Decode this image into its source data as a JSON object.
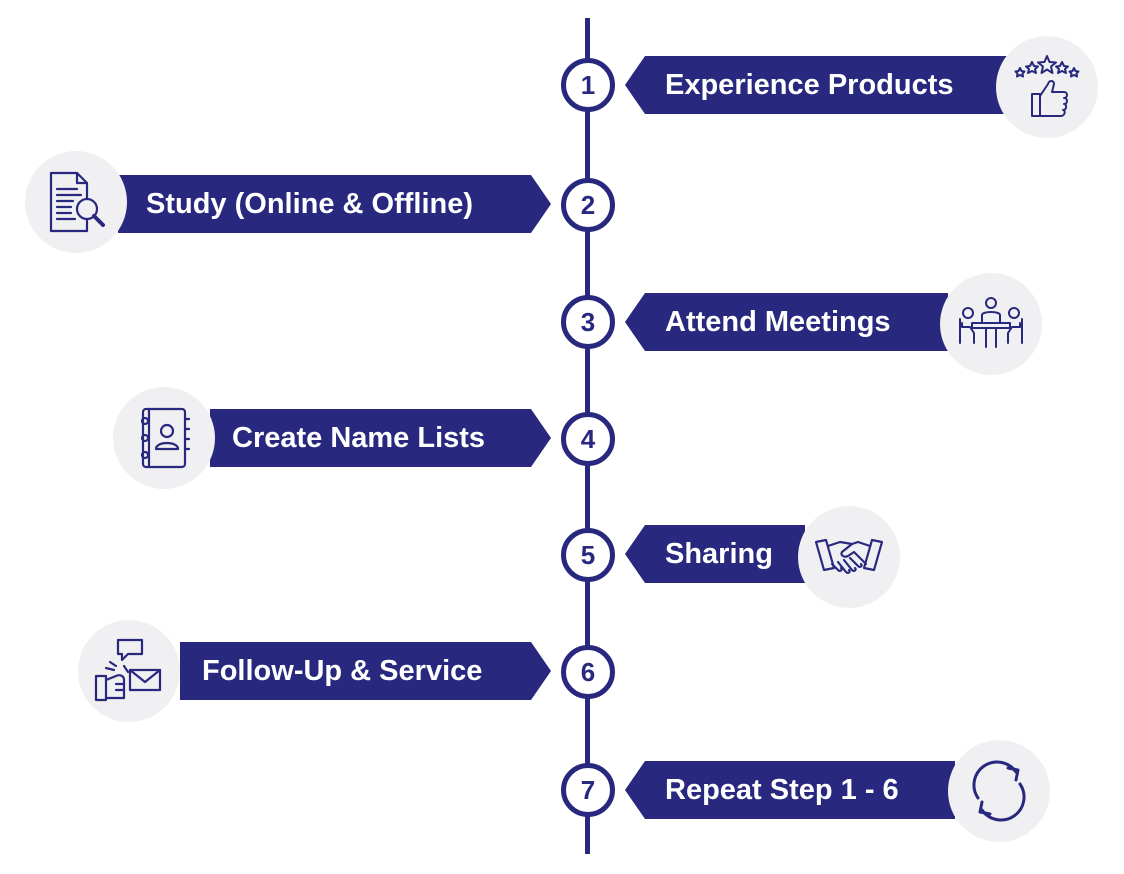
{
  "colors": {
    "primary": "#28287e",
    "icon_bg": "#f0f0f2",
    "background": "#ffffff"
  },
  "steps": [
    {
      "number": "1",
      "label": "Experience Products",
      "icon": "thumbs-up-stars-icon"
    },
    {
      "number": "2",
      "label": "Study (Online & Offline)",
      "icon": "document-search-icon"
    },
    {
      "number": "3",
      "label": "Attend Meetings",
      "icon": "meeting-table-icon"
    },
    {
      "number": "4",
      "label": "Create Name Lists",
      "icon": "address-book-icon"
    },
    {
      "number": "5",
      "label": "Sharing",
      "icon": "handshake-icon"
    },
    {
      "number": "6",
      "label": "Follow-Up & Service",
      "icon": "hand-envelope-chat-icon"
    },
    {
      "number": "7",
      "label": "Repeat Step 1 - 6",
      "icon": "refresh-cycle-icon"
    }
  ]
}
